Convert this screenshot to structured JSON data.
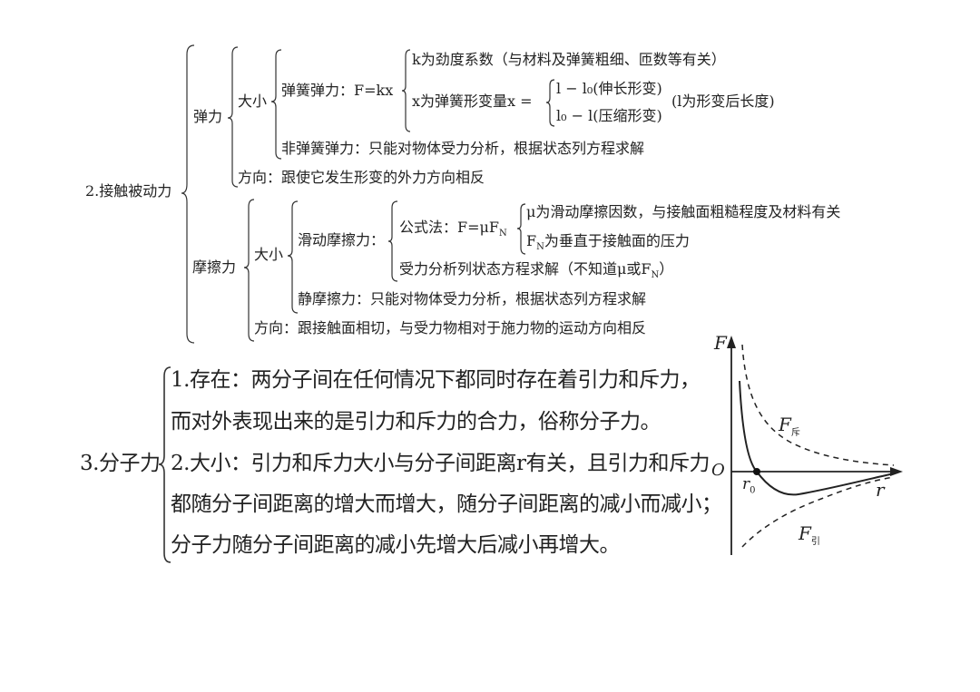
{
  "section2": {
    "title": "2.接触被动力",
    "elastic": {
      "label": "弹力",
      "magnitude": "大小",
      "spring": "弹簧弹力：F=kx",
      "k_desc": "k为劲度系数（与材料及弹簧粗细、匝数等有关）",
      "x_desc": "x为弹簧形变量x =",
      "case1": "l − l₀(伸长形变)",
      "case2": "l₀ − l(压缩形变)",
      "l_note": "(l为形变后长度)",
      "non_spring": "非弹簧弹力：只能对物体受力分析，根据状态列方程求解",
      "direction": "方向：跟使它发生形变的外力方向相反"
    },
    "friction": {
      "label": "摩擦力",
      "magnitude": "大小",
      "sliding": "滑动摩擦力：",
      "formula": "公式法：F=μF",
      "formula_sub": "N",
      "mu_desc": "μ为滑动摩擦因数，与接触面粗糙程度及材料有关",
      "fn_desc": "F",
      "fn_sub": "N",
      "fn_rest": "为垂直于接触面的压力",
      "analysis": "受力分析列状态方程求解（不知道μ或F",
      "analysis_sub": "N",
      "analysis_end": "）",
      "static": "静摩擦力：只能对物体受力分析，根据状态列方程求解",
      "direction": "方向：跟接触面相切，与受力物相对于施力物的运动方向相反"
    }
  },
  "section3": {
    "title": "3.分子力",
    "line1": "1.存在：两分子间在任何情况下都同时存在着引力和斥力，",
    "line2": "而对外表现出来的是引力和斥力的合力，俗称分子力。",
    "line3": "2.大小：引力和斥力大小与分子间距离r有关，且引力和斥力",
    "line4": "都随分子间距离的增大而增大，随分子间距离的减小而减小；",
    "line5": "分子力随分子间距离的减小先增大后减小再增大。"
  },
  "graph": {
    "y_axis": "F",
    "x_axis": "r",
    "origin": "O",
    "r0": "r",
    "r0_sub": "0",
    "repulsive": "F",
    "repulsive_sub": "斥",
    "attractive": "F",
    "attractive_sub": "引"
  }
}
